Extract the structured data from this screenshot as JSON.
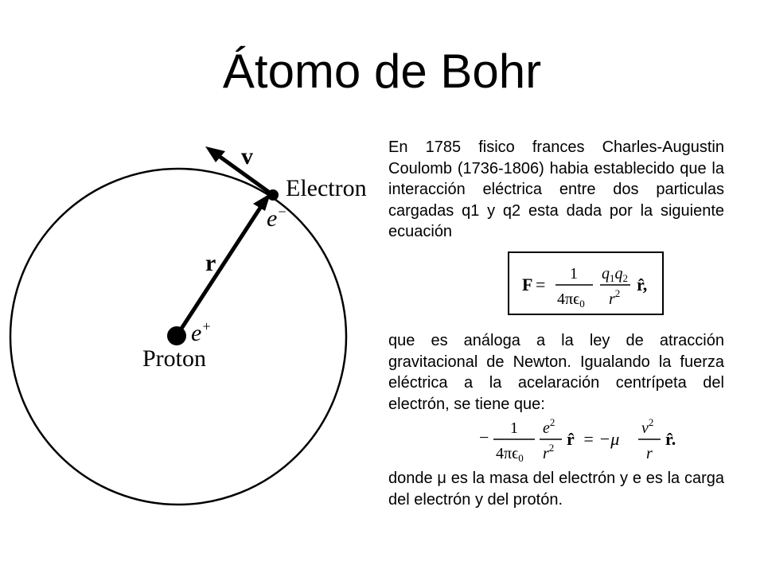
{
  "slide": {
    "title": "Átomo de Bohr"
  },
  "diagram": {
    "velocity_label": "v",
    "electron_label": "Electron",
    "electron_charge_base": "e",
    "electron_charge_sign": "−",
    "radius_label": "r",
    "proton_charge_base": "e",
    "proton_charge_sign": "+",
    "proton_label": "Proton"
  },
  "text": {
    "paragraph_1": "En 1785 fisico frances Charles-Augustin Coulomb (1736-1806) habia establecido que la interacción eléctrica entre dos particulas cargadas q1 y q2 esta dada por la siguiente ecuación",
    "paragraph_2": "que es análoga a la ley de atracción gravitacional de Newton. Igualando la fuerza eléctrica a la acelaración centrípeta del electrón, se tiene que:",
    "paragraph_3": "donde μ es la masa del electrón y e es la carga del electrón y del protón."
  },
  "equation_1": {
    "lhs": "F",
    "equals": "=",
    "frac1_num": "1",
    "frac1_den": "4πϵ",
    "frac1_den_sub": "0",
    "frac2_num_q1": "q",
    "frac2_num_sub1": "1",
    "frac2_num_q2": "q",
    "frac2_num_sub2": "2",
    "frac2_den": "r",
    "frac2_den_sup": "2",
    "unit_vector": "r̂,"
  },
  "equation_2": {
    "minus": "−",
    "frac1_num": "1",
    "frac1_den": "4πϵ",
    "frac1_den_sub": "0",
    "frac2_num": "e",
    "frac2_num_sup": "2",
    "frac2_den": "r",
    "frac2_den_sup": "2",
    "unit_vector": "r̂",
    "equals": "= −μ",
    "frac3_num": "v",
    "frac3_num_sup": "2",
    "frac3_den": "r",
    "unit_vector_end": "r̂."
  }
}
